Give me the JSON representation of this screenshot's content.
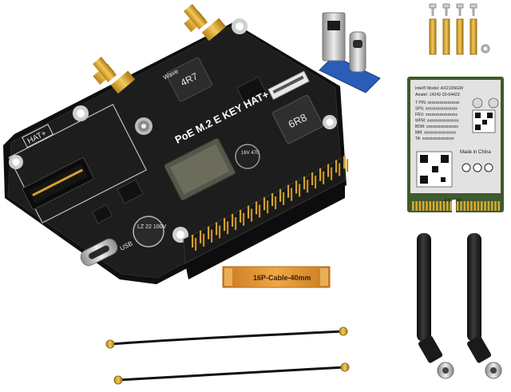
{
  "board": {
    "title": "PoE M.2 E KEY HAT+",
    "hat_label": "HAT+",
    "usb_label": "USB",
    "brand_label": "Wave",
    "inductor_top": "4R7",
    "inductor_right": "6R8",
    "cap_small": "16V 470",
    "cap_large": "LZ 22 100V"
  },
  "cable": {
    "label": "16P-Cable-40mm"
  },
  "wifi_card": {
    "model": "Intel® Model: AX210NGW",
    "anatel": "Anatel: 14242-20-04423",
    "lines": [
      "T P/N: xxxxxxxxxxxxxxxx",
      "SPS: xxxxxxxxxxxxxxxx",
      "FRU: xxxxxxxxxxxxxxxx",
      "WFM: xxxxxxxxxxxxxxxx",
      "BDM: xxxxxxxxxxxxxxxx",
      "MM: xxxxxxxxxxxxxxxx",
      "TA: xxxxxxxxxxxxxxxx"
    ],
    "made_in": "Made in China",
    "footer": "A12-20"
  },
  "colors": {
    "pcb": "#1d1d1d",
    "gold": "#d4a12a",
    "cable": "#d98a2b",
    "card": "#3f5a2c"
  }
}
